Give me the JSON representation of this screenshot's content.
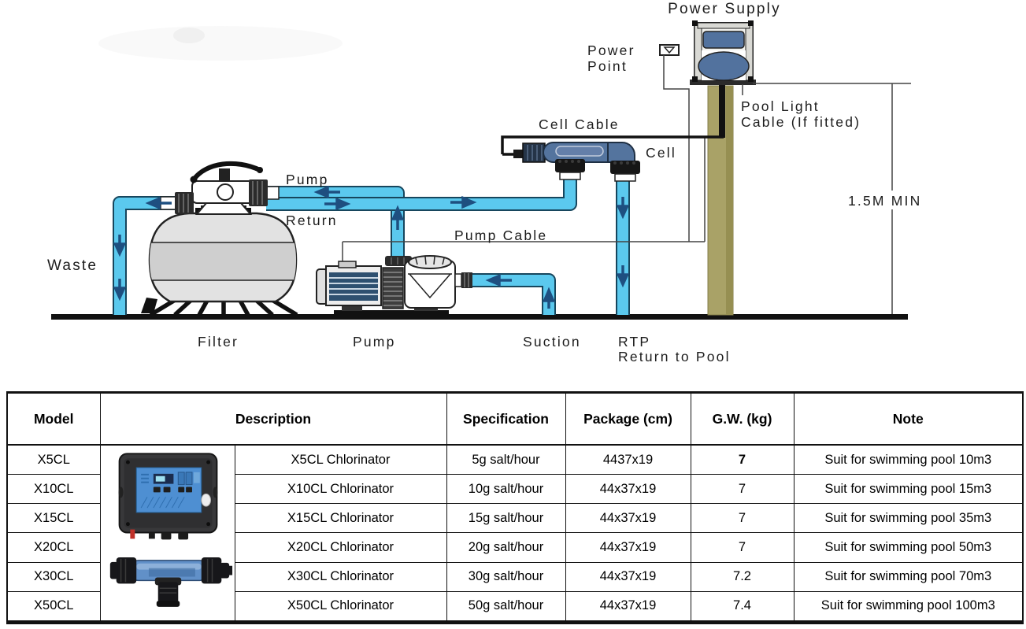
{
  "diagram": {
    "labels": {
      "power_supply": "Power Supply",
      "power_line1": "Power",
      "power_line2": "Point",
      "pool_light_line1": "Pool Light",
      "pool_light_line2": "Cable (If fitted)",
      "cell_cable": "Cell Cable",
      "cell": "Cell",
      "pump_pipe": "Pump",
      "return_pipe": "Return",
      "pump_cable": "Pump Cable",
      "waste": "Waste",
      "height_min": "1.5M MIN",
      "filter": "Filter",
      "pump": "Pump",
      "suction": "Suction",
      "rtp": "RTP",
      "return_to_pool": "Return to Pool"
    },
    "colors": {
      "pipe": "#5BC9EE",
      "pipe_outline": "#17465D",
      "flow_arrow": "#1E4F80",
      "cell_body": "#54749E",
      "equipment_blue": "#52729E",
      "pole": "#A9A267",
      "tank": "#E2E2E2",
      "tank_band": "#CFCFCF",
      "ground": "#111111"
    }
  },
  "table": {
    "headers": {
      "model": "Model",
      "description": "Description",
      "specification": "Specification",
      "package": "Package (cm)",
      "gw": "G.W. (kg)",
      "note": "Note"
    },
    "rows": [
      {
        "model": "X5CL",
        "description": "X5CL Chlorinator",
        "specification": "5g salt/hour",
        "package": "4437x19",
        "gw": "7",
        "note": "Suit for swimming pool 10m3"
      },
      {
        "model": "X10CL",
        "description": "X10CL Chlorinator",
        "specification": "10g salt/hour",
        "package": "44x37x19",
        "gw": "7",
        "note": "Suit for swimming pool 15m3"
      },
      {
        "model": "X15CL",
        "description": "X15CL Chlorinator",
        "specification": "15g salt/hour",
        "package": "44x37x19",
        "gw": "7",
        "note": "Suit for swimming pool 35m3"
      },
      {
        "model": "X20CL",
        "description": "X20CL Chlorinator",
        "specification": "20g salt/hour",
        "package": "44x37x19",
        "gw": "7",
        "note": "Suit for swimming pool 50m3"
      },
      {
        "model": "X30CL",
        "description": "X30CL Chlorinator",
        "specification": "30g salt/hour",
        "package": "44x37x19",
        "gw": "7.2",
        "note": "Suit for swimming pool 70m3"
      },
      {
        "model": "X50CL",
        "description": "X50CL Chlorinator",
        "specification": "50g salt/hour",
        "package": "44x37x19",
        "gw": "7.4",
        "note": "Suit for swimming pool 100m3"
      }
    ]
  }
}
